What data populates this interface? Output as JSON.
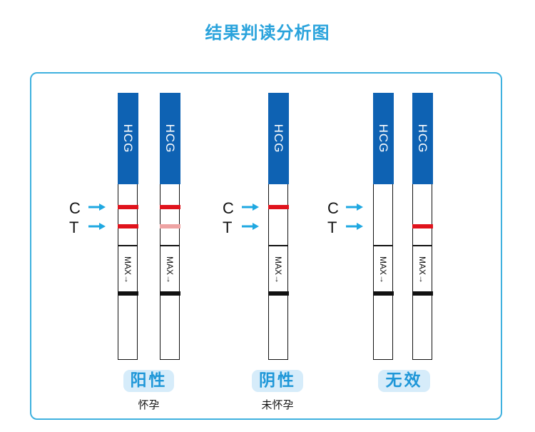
{
  "title": "结果判读分析图",
  "colors": {
    "title": "#2aa3dc",
    "border": "#3fb1df",
    "cap": "#0e62b3",
    "line_strong": "#e0131c",
    "line_faint": "#eea3a3",
    "arrow": "#1fa8e1",
    "badge_bg": "#d6ecfa",
    "badge_text": "#1f97d8"
  },
  "strip_label": "HCG",
  "max_label": "MAX→",
  "markers": {
    "c": "C",
    "t": "T"
  },
  "groups": [
    {
      "id": "positive",
      "result": "阳性",
      "meaning": "怀孕",
      "strips": [
        {
          "c_line": "strong",
          "t_line": "strong"
        },
        {
          "c_line": "strong",
          "t_line": "faint"
        }
      ]
    },
    {
      "id": "negative",
      "result": "阴性",
      "meaning": "未怀孕",
      "strips": [
        {
          "c_line": "strong",
          "t_line": "none"
        }
      ]
    },
    {
      "id": "invalid",
      "result": "无效",
      "meaning": "",
      "strips": [
        {
          "c_line": "none",
          "t_line": "none"
        },
        {
          "c_line": "none",
          "t_line": "strong"
        }
      ]
    }
  ]
}
